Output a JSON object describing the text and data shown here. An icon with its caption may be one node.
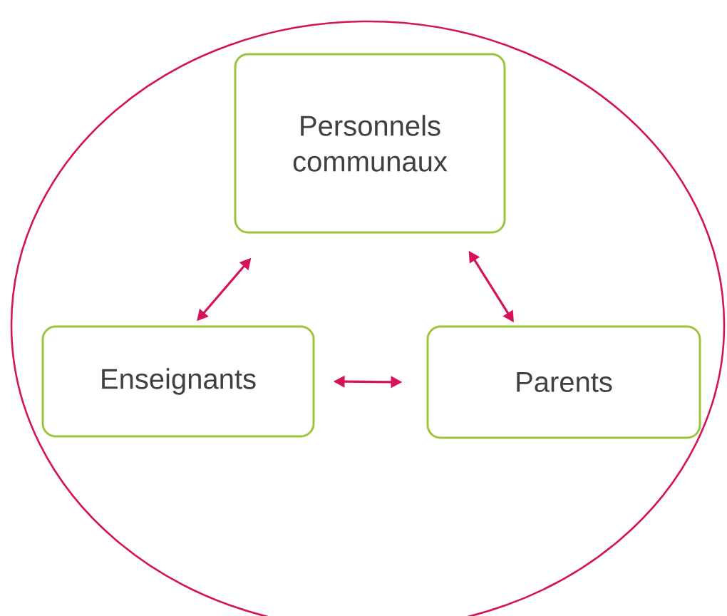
{
  "diagram": {
    "nodes": [
      {
        "text": [],
        "shape": "circle"
      },
      {
        "text": [
          "Personnels communaux"
        ],
        "in": 0
      },
      {
        "text": [
          "Enseignants"
        ],
        "in": 0
      },
      {
        "text": [
          "Parents"
        ],
        "in": 0
      }
    ],
    "edges": [
      {
        "from": 2,
        "to": 1,
        "arrow": "both"
      },
      {
        "from": 1,
        "to": 3,
        "arrow": "both"
      },
      {
        "from": 2,
        "to": 3,
        "arrow": "both"
      }
    ]
  }
}
